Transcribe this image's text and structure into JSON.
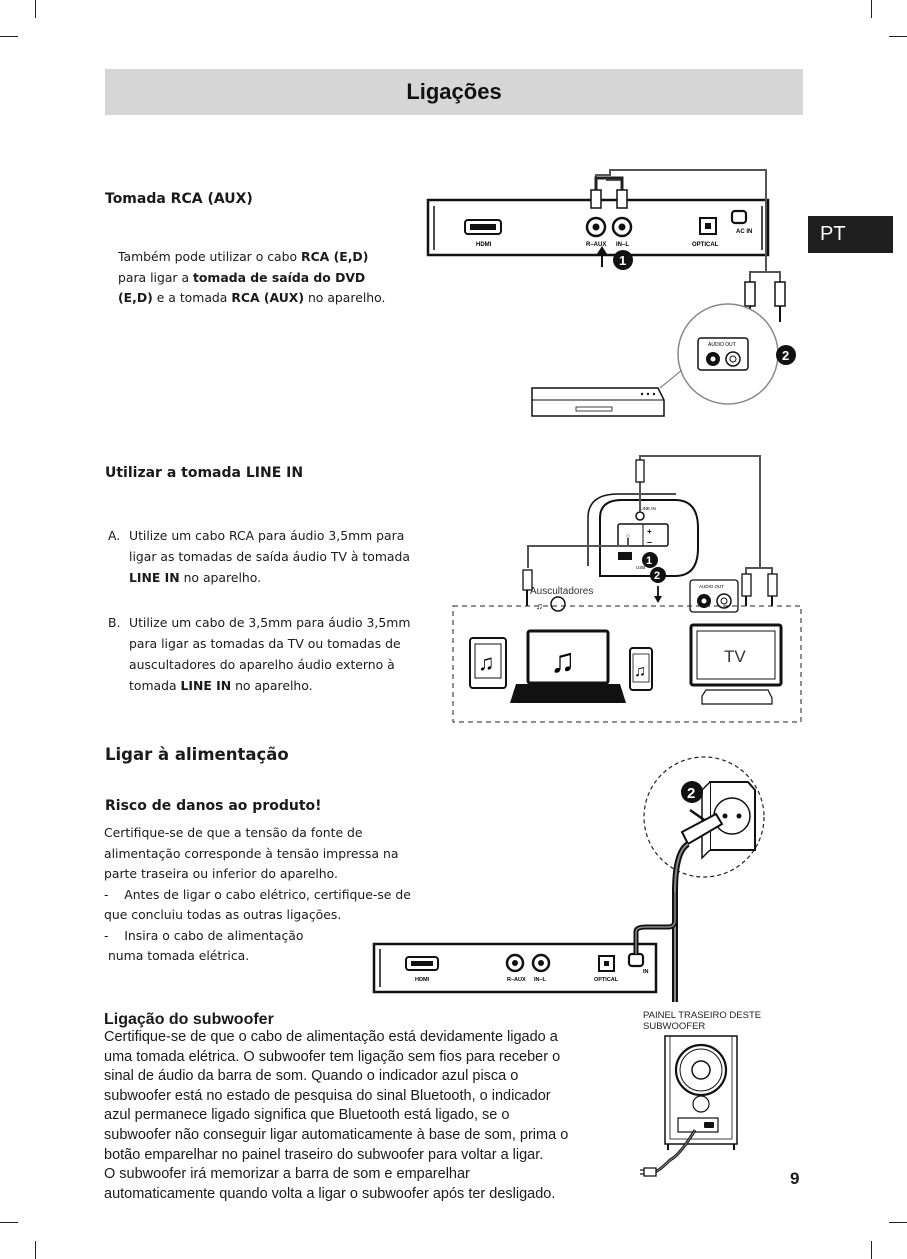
{
  "page": {
    "title": "Ligações",
    "language_tab": "PT",
    "page_number": "9"
  },
  "section_rca": {
    "heading": "Tomada RCA (AUX)",
    "text_1": "Também pode utilizar o cabo ",
    "bold_1": "RCA (E,D)",
    "text_2": "para ligar a ",
    "bold_2": "tomada de saída do DVD",
    "bold_3": "(E,D)",
    "text_3": " e a tomada ",
    "bold_4": "RCA (AUX)",
    "text_4": " no aparelho."
  },
  "section_linein": {
    "heading": "Utilizar a tomada LINE IN",
    "item_a_marker": "A.",
    "item_a_line1": "Utilize um cabo RCA para áudio 3,5mm para",
    "item_a_line2": "ligar as tomadas de saída áudio TV à tomada",
    "item_a_bold": "LINE IN",
    "item_a_tail": " no aparelho.",
    "item_b_marker": "B.",
    "item_b_line1": "Utilize um cabo de 3,5mm para áudio 3,5mm",
    "item_b_line2": "para ligar as tomadas da TV ou tomadas de",
    "item_b_line3": "auscultadores do aparelho áudio externo à",
    "item_b_pre": "tomada ",
    "item_b_bold": "LINE IN",
    "item_b_tail": " no aparelho."
  },
  "section_power": {
    "heading": "Ligar à alimentação",
    "warning_heading": "Risco de danos ao produto!",
    "line1": "Certifique-se de que a tensão da fonte de",
    "line2": "alimentação corresponde à tensão impressa na",
    "line3": "parte traseira ou inferior do aparelho.",
    "line4": "-    Antes de ligar o cabo elétrico, certifique-se de",
    "line5": "que concluiu todas as outras ligações.",
    "line6": "-    Insira o cabo de alimentação",
    "line7": " numa tomada elétrica."
  },
  "section_subwoofer": {
    "heading": "Ligação do subwoofer",
    "lines": [
      "Certifique-se de que o cabo de alimentação está devidamente ligado a",
      "uma tomada elétrica. O subwoofer tem ligação sem fios para receber o",
      "sinal de áudio da barra de som. Quando o indicador azul pisca o",
      "subwoofer está no estado de pesquisa do sinal Bluetooth, o indicador",
      "azul permanece ligado significa que Bluetooth está ligado, se o",
      "subwoofer não conseguir ligar automaticamente à base de som, prima o",
      "botão emparelhar no painel traseiro do subwoofer para voltar a ligar.",
      "O subwoofer irá memorizar a barra de som e emparelhar",
      "automaticamente quando volta a ligar o subwoofer após ter desligado."
    ],
    "panel_label_1": "PAINEL TRASEIRO DESTE",
    "panel_label_2": "SUBWOOFER"
  },
  "diagram_labels": {
    "hdmi": "HDMI",
    "r_aux": "R–AUX",
    "l_aux": "IN–L",
    "optical": "OPTICAL",
    "ac_in": "AC IN",
    "audio_out": "AUDIO OUT",
    "line_in": "LINE IN",
    "usb": "USB",
    "headphones": "Auscultadores",
    "tv": "TV",
    "in": "IN",
    "step_1": "1",
    "step_2": "2",
    "note_icon": "music-note-icon"
  }
}
